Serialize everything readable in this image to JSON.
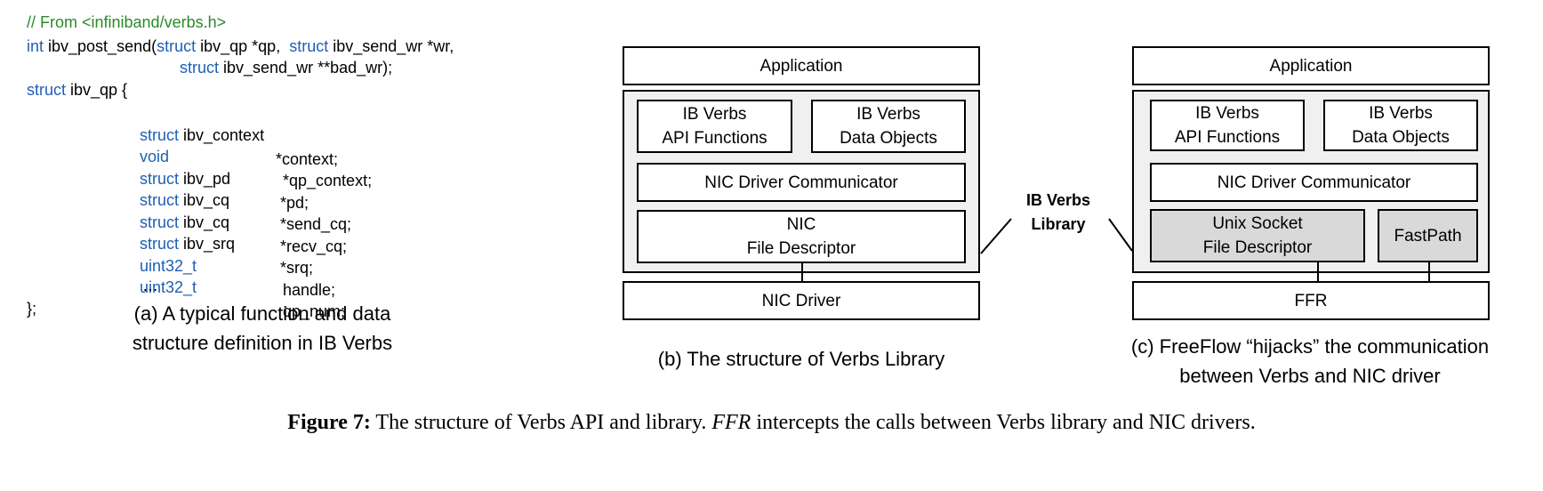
{
  "code": {
    "comment": "// From <infiniband/verbs.h>",
    "signature_line1": {
      "kw1": "int",
      "t1": " ibv_post_send(",
      "kw2": "struct",
      "t2": " ibv_qp *qp,  ",
      "kw3": "struct",
      "t3": " ibv_send_wr *wr,"
    },
    "signature_line2": {
      "kw": "struct",
      "t": " ibv_send_wr **bad_wr);"
    },
    "struct_open": {
      "kw": "struct",
      "t": " ibv_qp {"
    },
    "fields": [
      {
        "kw": "struct",
        "type": " ibv_context",
        "name": "*context;"
      },
      {
        "kw": "void",
        "type": "",
        "name": " *qp_context;"
      },
      {
        "kw": "struct",
        "type": " ibv_pd",
        "name": " *pd;"
      },
      {
        "kw": "struct",
        "type": " ibv_cq",
        "name": " *send_cq;"
      },
      {
        "kw": "struct",
        "type": " ibv_cq",
        "name": " *recv_cq;"
      },
      {
        "kw": "struct",
        "type": " ibv_srq",
        "name": " *srq;"
      },
      {
        "kw": "uint32_t",
        "type": "",
        "name": " handle;"
      },
      {
        "kw": "uint32_t",
        "type": "",
        "name": " qp_num;"
      }
    ],
    "ellipsis": "…",
    "struct_close": "};"
  },
  "captions": {
    "a_line1": "(a) A typical function and data",
    "a_line2": "structure definition in IB Verbs",
    "b": "(b) The structure of Verbs Library",
    "c_line1": "(c) FreeFlow “hijacks” the communication",
    "c_line2": "between Verbs and NIC driver"
  },
  "diagram_b": {
    "application": "Application",
    "api_functions": [
      "IB Verbs",
      "API Functions"
    ],
    "data_objects": [
      "IB Verbs",
      "Data Objects"
    ],
    "communicator": "NIC Driver Communicator",
    "file_descriptor": [
      "NIC",
      "File Descriptor"
    ],
    "driver": "NIC Driver"
  },
  "ib_library_label": [
    "IB Verbs",
    "Library"
  ],
  "diagram_c": {
    "application": "Application",
    "api_functions": [
      "IB Verbs",
      "API Functions"
    ],
    "data_objects": [
      "IB Verbs",
      "Data Objects"
    ],
    "communicator": "NIC Driver Communicator",
    "unix_socket": [
      "Unix Socket",
      "File Descriptor"
    ],
    "fastpath": "FastPath",
    "ffr": "FFR"
  },
  "figure_caption": {
    "label": "Figure 7:",
    "text1": " The structure of Verbs API and library. ",
    "ffr": "FFR",
    "text2": " intercepts the calls between Verbs library and NIC drivers."
  }
}
